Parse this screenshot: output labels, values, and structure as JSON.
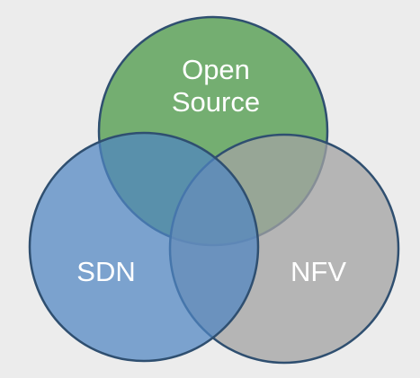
{
  "diagram": {
    "sets": [
      {
        "id": "open-source",
        "label_lines": [
          "Open",
          "Source"
        ],
        "color": "#5fa35c"
      },
      {
        "id": "sdn",
        "label_lines": [
          "SDN"
        ],
        "color": "#5a8ac0"
      },
      {
        "id": "nfv",
        "label_lines": [
          "NFV"
        ],
        "color": "#a6a6a6"
      }
    ],
    "stroke_color": "#2f4f70",
    "background": "#ececec"
  }
}
